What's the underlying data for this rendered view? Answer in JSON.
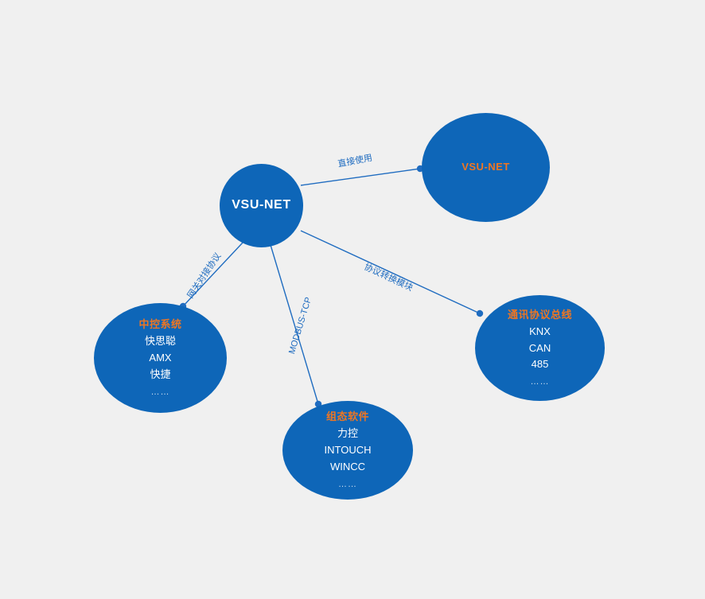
{
  "canvas": {
    "background_color": "#f0f0f0",
    "node_color": "#0e66b8",
    "accent_color": "#ef7622",
    "line_color": "#1f6cc0",
    "text_color": "#ffffff"
  },
  "hub": {
    "label": "VSU-NET"
  },
  "nodes": [
    {
      "id": "vsu-net-target",
      "title": "VSU-NET",
      "lines": [],
      "ellipsis": ""
    },
    {
      "id": "control-system",
      "title": "中控系统",
      "lines": [
        "快思聪",
        "AMX",
        "快捷"
      ],
      "ellipsis": "……"
    },
    {
      "id": "scada-software",
      "title": "组态软件",
      "lines": [
        "力控",
        "INTOUCH",
        "WINCC"
      ],
      "ellipsis": "……"
    },
    {
      "id": "protocol-bus",
      "title": "通讯协议总线",
      "lines": [
        "KNX",
        "CAN",
        "485"
      ],
      "ellipsis": "……"
    }
  ],
  "edges": [
    {
      "id": "edge-direct-use",
      "label": "直接使用",
      "from": "hub",
      "to": "vsu-net-target"
    },
    {
      "id": "edge-gateway",
      "label": "网关对接协议",
      "from": "hub",
      "to": "control-system"
    },
    {
      "id": "edge-modbus",
      "label": "MODBUS-TCP",
      "from": "hub",
      "to": "scada-software"
    },
    {
      "id": "edge-converter",
      "label": "协议转换模块",
      "from": "hub",
      "to": "protocol-bus"
    }
  ]
}
